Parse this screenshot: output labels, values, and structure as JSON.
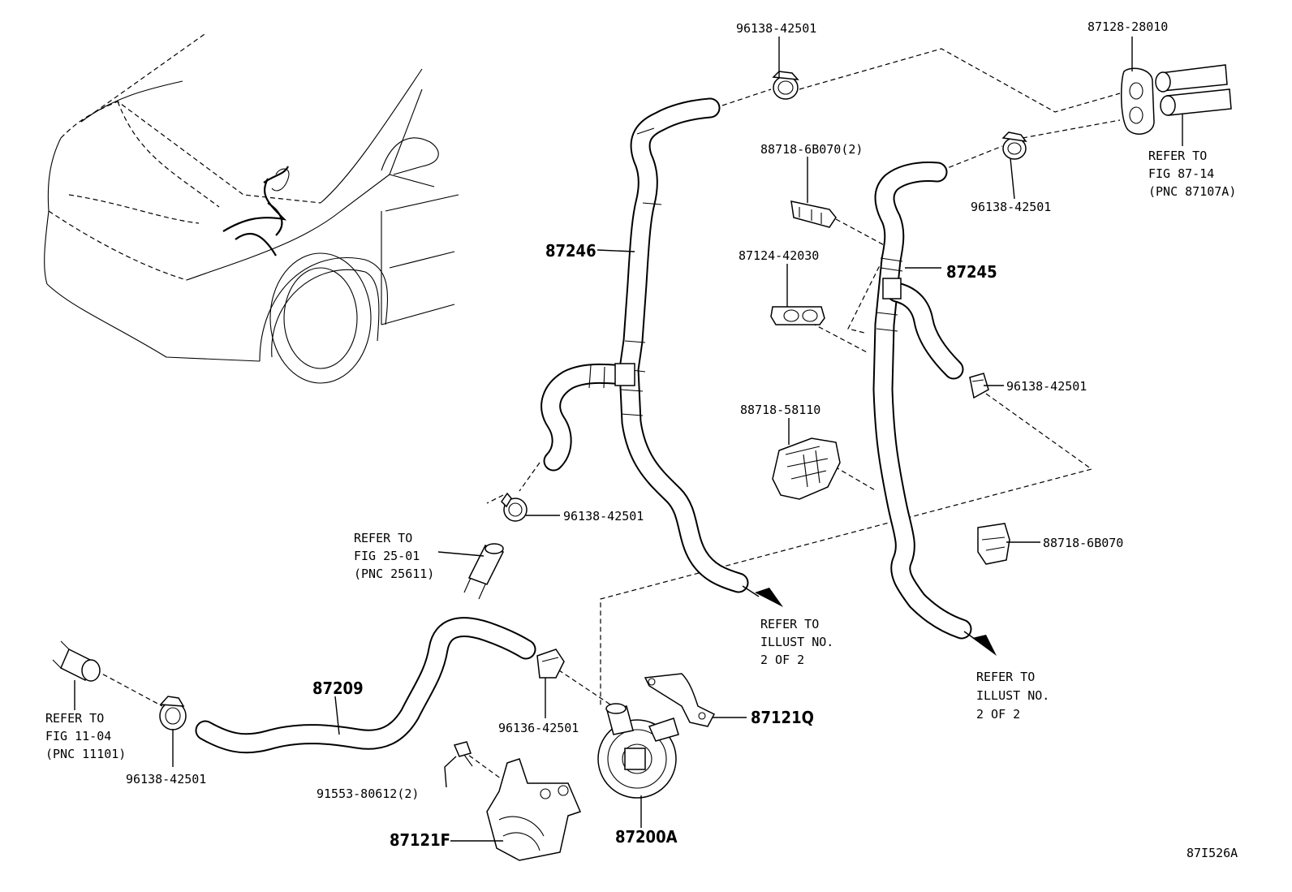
{
  "callouts": {
    "c_96138_top": "96138-42501",
    "c_87128": "87128-28010",
    "c_88718_6b070_2": "88718-6B070(2)",
    "c_96138_right_top": "96138-42501",
    "c_87124": "87124-42030",
    "c_87245": "87245",
    "c_87246": "87246",
    "c_96138_right_mid": "96138-42501",
    "c_88718_58110": "88718-58110",
    "c_96138_left_mid": "96138-42501",
    "c_88718_6b070": "88718-6B070",
    "c_87209": "87209",
    "c_96136": "96136-42501",
    "c_87121q": "87121Q",
    "c_96138_bottom_left": "96138-42501",
    "c_91553": "91553-80612(2)",
    "c_87121f": "87121F",
    "c_87200a": "87200A"
  },
  "refs": {
    "fig_87_14": [
      "REFER TO",
      "FIG 87-14",
      "(PNC 87107A)"
    ],
    "fig_25_01": [
      "REFER TO",
      "FIG 25-01",
      "(PNC 25611)"
    ],
    "illust_a": [
      "REFER TO",
      "ILLUST NO.",
      "2 OF 2"
    ],
    "illust_b": [
      "REFER TO",
      "ILLUST NO.",
      "2 OF 2"
    ],
    "fig_11_04": [
      "REFER TO",
      "FIG 11-04",
      "(PNC 11101)"
    ]
  },
  "illustration_id": "87I526A"
}
